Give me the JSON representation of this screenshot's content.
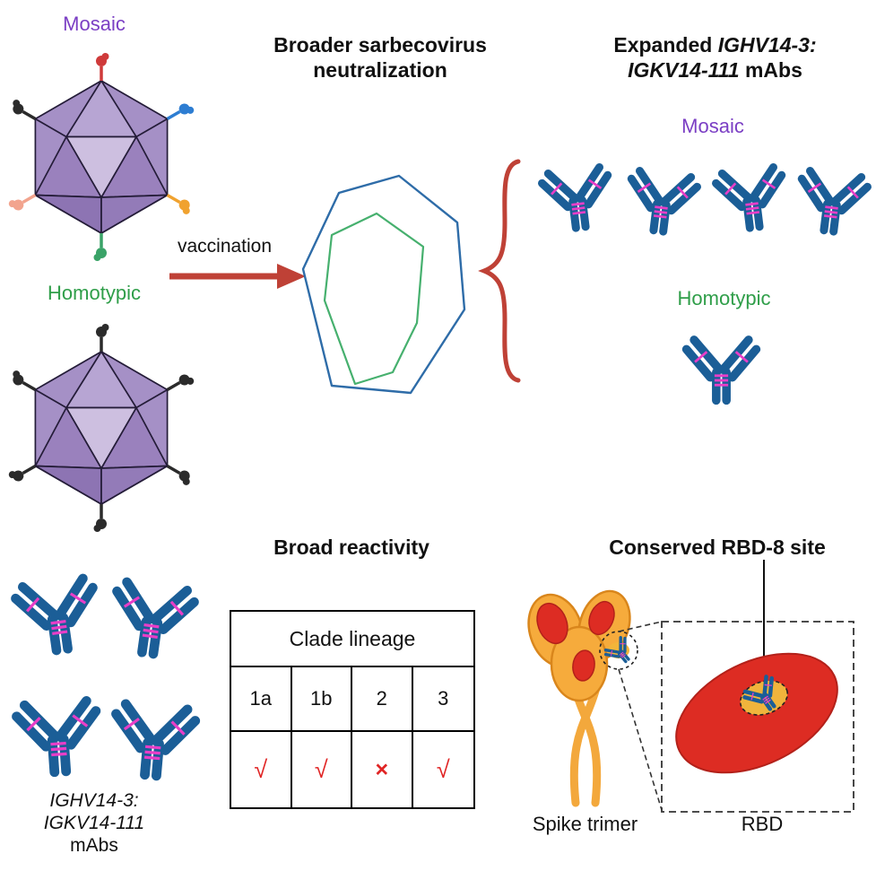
{
  "colors": {
    "purple": "#7b3fc4",
    "green": "#2f9e49",
    "red": "#bf4136",
    "check-red": "#e02424",
    "ab-blue": "#1b5e97",
    "ab-pink": "#e83ec8",
    "plot-blue": "#2e6ca8",
    "plot-green": "#46b06e",
    "rbd-red": "#dd2c23",
    "spike-orange": "#f6ab3c"
  },
  "labels": {
    "mosaic_top": "Mosaic",
    "homotypic_top": "Homotypic",
    "vaccination": "vaccination",
    "mosaic_right": "Mosaic",
    "homotypic_right": "Homotypic",
    "spike_trimer": "Spike trimer",
    "rbd": "RBD"
  },
  "titles": {
    "center_line1": "Broader sarbecovirus",
    "center_line2": "neutralization",
    "right_pre": "Expanded ",
    "right_italic1": "IGHV14-3:",
    "right_italic2": "IGKV14-111",
    "right_post": " mAbs",
    "broad_reactivity": "Broad reactivity",
    "conserved_site": "Conserved RBD-8 site"
  },
  "mabs_label": {
    "line1_italic": "IGHV14-3:",
    "line2_italic": "IGKV14-111",
    "line3": "mAbs"
  },
  "table": {
    "header": "Clade lineage",
    "columns": [
      "1a",
      "1b",
      "2",
      "3"
    ],
    "results": [
      "√",
      "√",
      "×",
      "√"
    ]
  },
  "icons": {
    "vaccination-arrow": "red-right-arrow",
    "brace": "red-left-curly-brace",
    "antibody": "blue-igg-y-shape",
    "mosaic-nanoparticle": "purple-icosahedron-multicolor-antigens",
    "homotypic-nanoparticle": "purple-icosahedron-black-antigens",
    "check": "√",
    "cross": "×"
  }
}
